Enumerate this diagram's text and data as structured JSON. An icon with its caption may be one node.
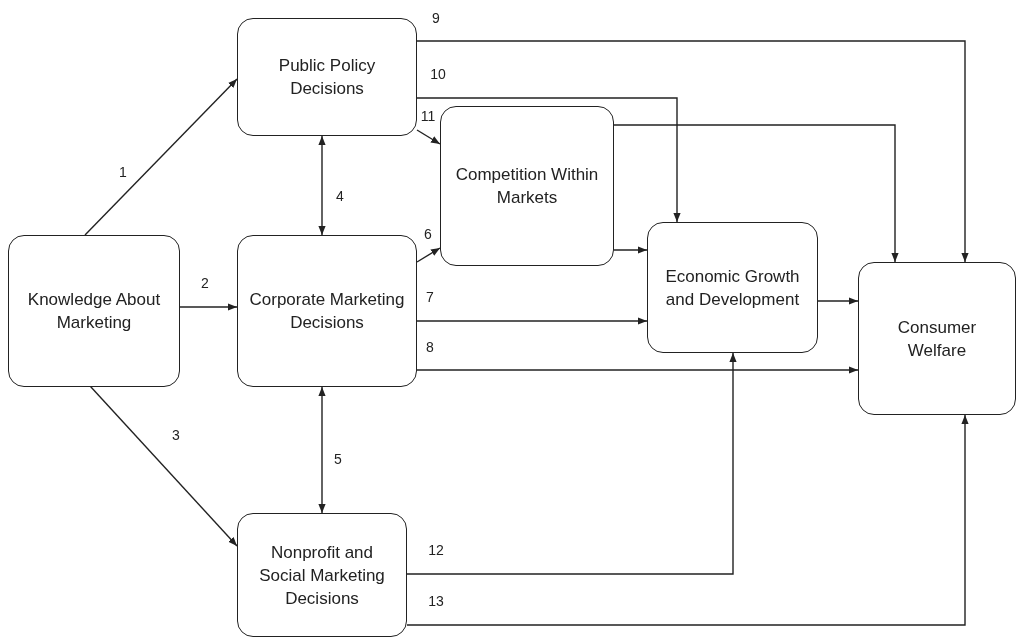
{
  "diagram": {
    "nodes": [
      {
        "text": [
          "Knowledge About Marketing"
        ]
      },
      {
        "text": [
          "Public Policy Decisions"
        ]
      },
      {
        "text": [
          "Corporate Marketing Decisions"
        ]
      },
      {
        "text": [
          "Nonprofit and Social Marketing Decisions"
        ]
      },
      {
        "text": [
          "Competition Within Markets"
        ]
      },
      {
        "text": [
          "Economic Growth and Development"
        ]
      },
      {
        "text": [
          "Consumer Welfare"
        ]
      }
    ],
    "edges": [
      {
        "from": 0,
        "to": 1,
        "arrow": "to",
        "label": "1"
      },
      {
        "from": 0,
        "to": 2,
        "arrow": "to",
        "label": "2"
      },
      {
        "from": 0,
        "to": 3,
        "arrow": "to",
        "label": "3"
      },
      {
        "from": 1,
        "to": 2,
        "arrow": "both",
        "label": "4"
      },
      {
        "from": 2,
        "to": 3,
        "arrow": "both",
        "label": "5"
      },
      {
        "from": 2,
        "to": 4,
        "arrow": "to",
        "label": "6"
      },
      {
        "from": 2,
        "to": 5,
        "arrow": "to",
        "label": "7"
      },
      {
        "from": 2,
        "to": 6,
        "arrow": "to",
        "label": "8"
      },
      {
        "from": 1,
        "to": 6,
        "arrow": "to",
        "label": "9"
      },
      {
        "from": 1,
        "to": 5,
        "arrow": "to",
        "label": "10"
      },
      {
        "from": 1,
        "to": 4,
        "arrow": "to",
        "label": "11"
      },
      {
        "from": 3,
        "to": 5,
        "arrow": "to",
        "label": "12"
      },
      {
        "from": 3,
        "to": 6,
        "arrow": "to",
        "label": "13"
      },
      {
        "from": 4,
        "to": 6,
        "arrow": "to"
      },
      {
        "from": 4,
        "to": 5,
        "arrow": "to"
      },
      {
        "from": 5,
        "to": 6,
        "arrow": "to"
      }
    ]
  }
}
